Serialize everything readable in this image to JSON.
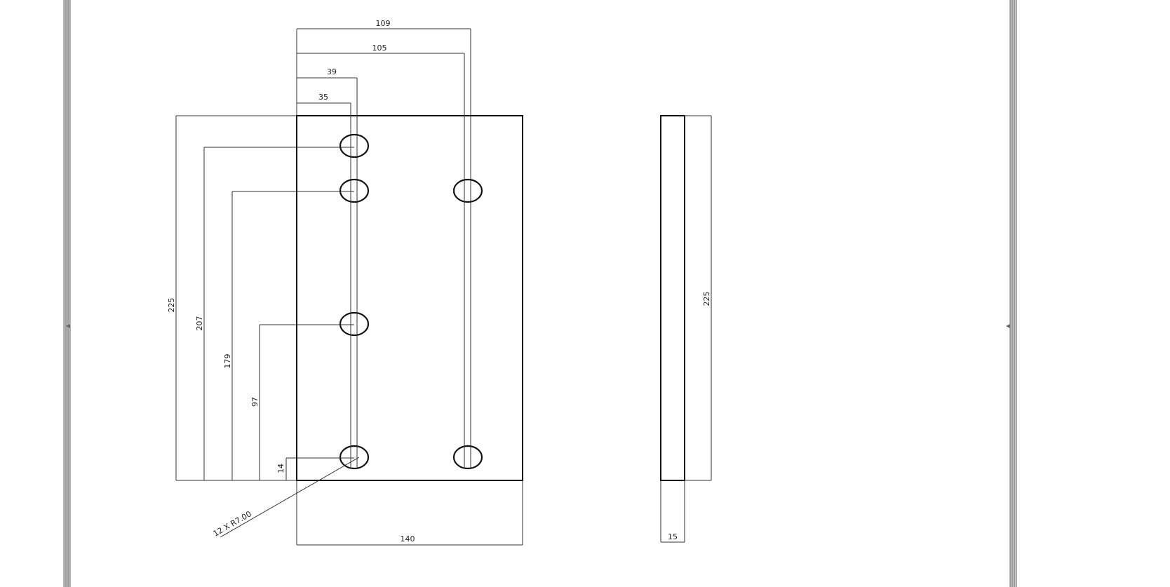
{
  "drawing": {
    "colors": {
      "line": "#111111",
      "dim_line": "#333333",
      "frame": "#666666",
      "frame_band": "#cfcfcf"
    },
    "top_dims": {
      "d109": "109",
      "d105": "105",
      "d39": "39",
      "d35": "35"
    },
    "left_dims": {
      "d225": "225",
      "d207": "207",
      "d179": "179",
      "d97": "97",
      "d14": "14"
    },
    "bottom_dims": {
      "d140": "140",
      "d15": "15"
    },
    "side_dims": {
      "d225": "225"
    },
    "callout": {
      "hole_radius": "12 X R7.00"
    }
  }
}
